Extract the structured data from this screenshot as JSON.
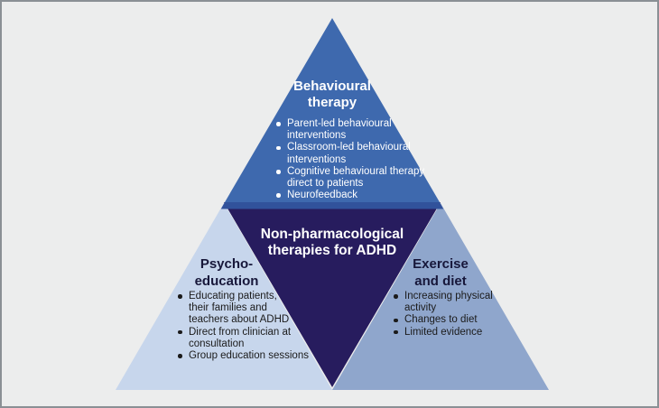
{
  "canvas": {
    "background_color": "#ECEDED",
    "border_color": "#8A9095"
  },
  "diagram": {
    "center": {
      "title": "Non-pharmacological\ntherapies for ADHD",
      "color": "#271C5E",
      "text_color": "#FFFFFF"
    },
    "top": {
      "title": "Behavioural\ntherapy",
      "color": "#3E69AE",
      "bevel_color": "#31529B",
      "text_color": "#FFFFFF",
      "bullets": [
        "Parent-led behavioural\ninterventions",
        "Classroom-led behavioural\ninterventions",
        "Cognitive behavioural therapy\ndirect to patients",
        "Neurofeedback"
      ]
    },
    "left": {
      "title": "Psycho-\neducation",
      "color": "#C7D6EC",
      "title_color": "#17173A",
      "text_color": "#1B1B1B",
      "bullets": [
        "Educating patients,\ntheir families and\nteachers about ADHD",
        "Direct from clinician at\nconsultation",
        "Group education sessions"
      ]
    },
    "right": {
      "title": "Exercise\nand diet",
      "color": "#8FA6CC",
      "title_color": "#17173A",
      "text_color": "#1B1B1B",
      "bullets": [
        "Increasing physical\nactivity",
        "Changes to diet",
        "Limited evidence"
      ]
    }
  }
}
